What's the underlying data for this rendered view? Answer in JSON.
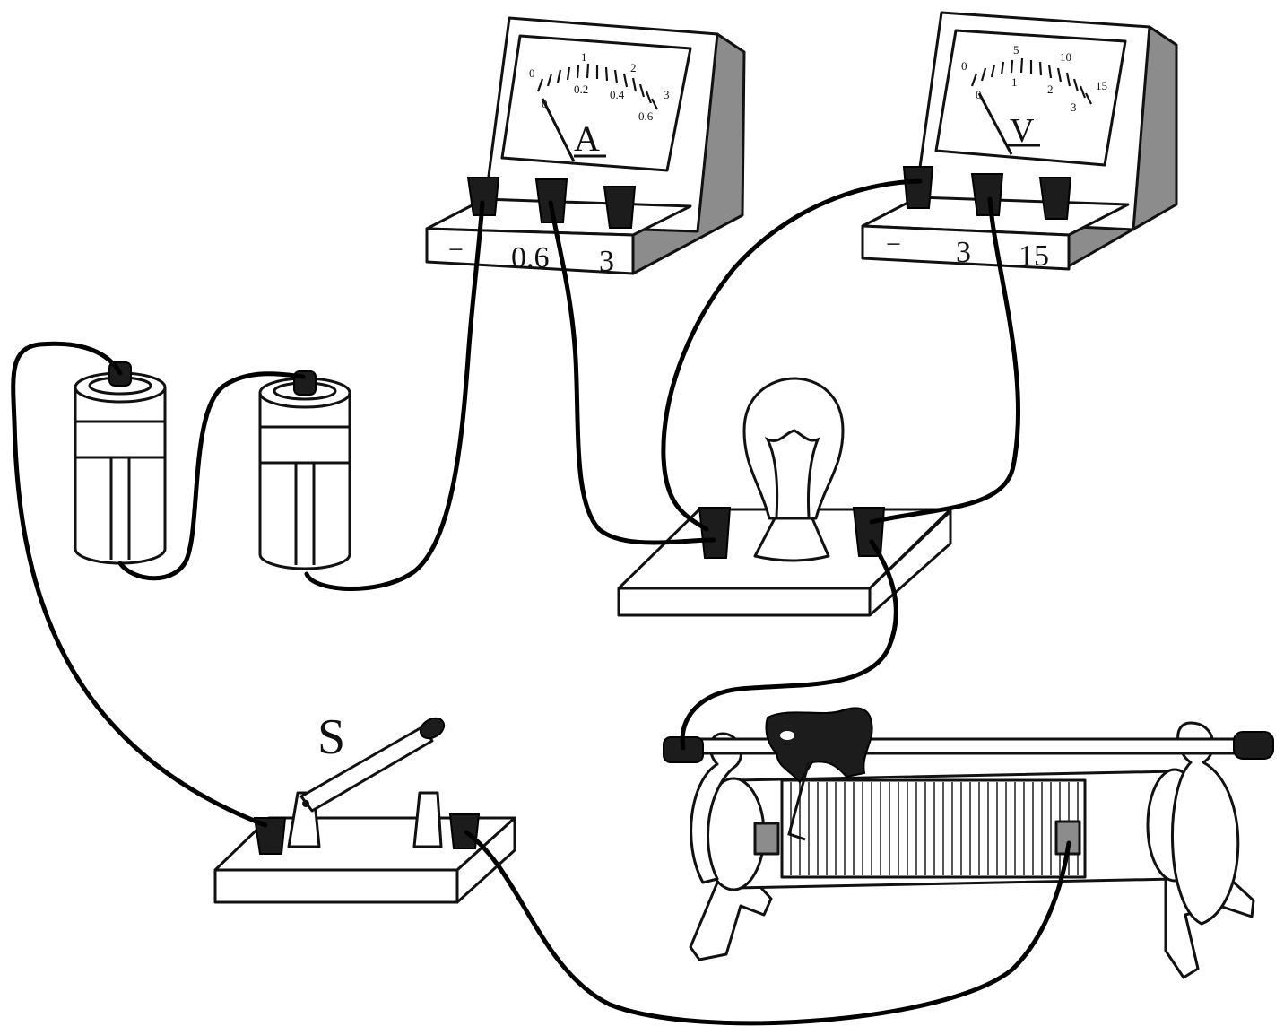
{
  "ammeter": {
    "symbol": "A",
    "terminal_labels": [
      "−",
      "0.6",
      "3"
    ],
    "scale_top": [
      "0",
      "1",
      "2",
      "3"
    ],
    "scale_bottom": [
      "0",
      "0.2",
      "0.4",
      "0.6"
    ]
  },
  "voltmeter": {
    "symbol": "V",
    "terminal_labels": [
      "−",
      "3",
      "15"
    ],
    "scale_top": [
      "0",
      "5",
      "10",
      "15"
    ],
    "scale_bottom": [
      "0",
      "1",
      "2",
      "3"
    ]
  },
  "switch": {
    "label": "S"
  },
  "components": [
    "battery-cell",
    "battery-cell",
    "ammeter",
    "voltmeter",
    "light-bulb",
    "knife-switch",
    "sliding-rheostat"
  ]
}
